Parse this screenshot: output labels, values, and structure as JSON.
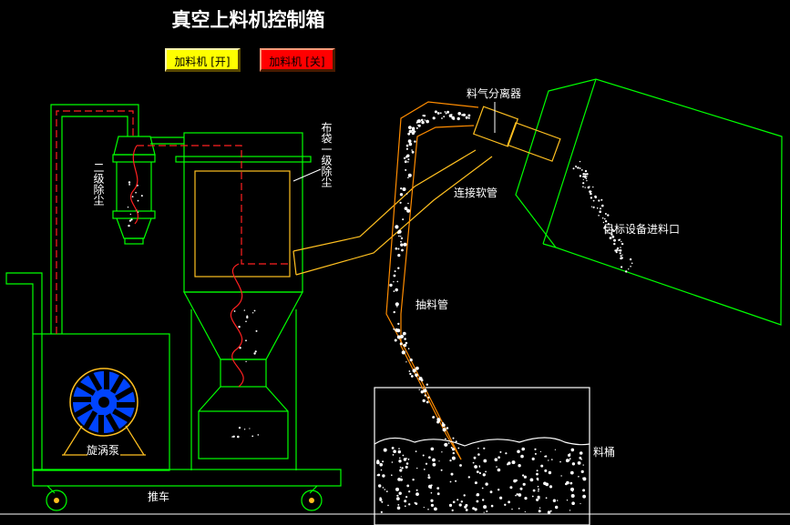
{
  "title": "真空上料机控制箱",
  "buttons": {
    "on_label": "加料机 [开]",
    "off_label": "加料机 [关]",
    "on_color": "#ffff00",
    "off_color": "#ff0000"
  },
  "labels": {
    "separator": "料气分离器",
    "bag_filter": "布袋一级除尘",
    "secondary_filter": "二级除尘",
    "hose": "连接软管",
    "target_inlet": "目标设备进料口",
    "suction_pipe": "抽料管",
    "pump": "旋涡泵",
    "cart": "推车",
    "bucket": "料桶"
  },
  "colors": {
    "frame": "#00ff00",
    "hose": "#ffc020",
    "suction": "#ff8c00",
    "airflow": "#ff2020",
    "pump_blade": "#0044ff"
  }
}
